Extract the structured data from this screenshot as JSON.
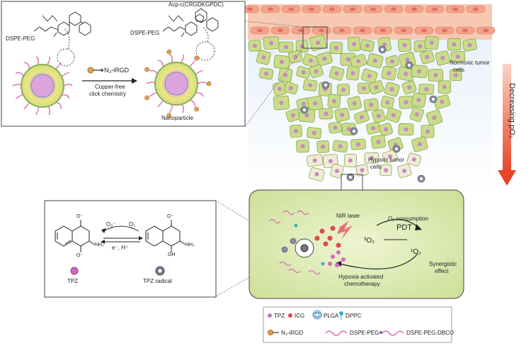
{
  "nanoparticle_panel": {
    "dspe_peg_left": "DSPE-PEG",
    "dspe_peg_right": "DSPE-PEG",
    "product_label": "Acp-c(CRGDKGPDC)",
    "reagent_label": "N₃-iRGD",
    "reaction_line1": "Copper-free",
    "reaction_line2": "click chemistry",
    "nanoparticle_label": "Nanoparticle"
  },
  "tumor": {
    "normoxic_line1": "Normoxic tumor",
    "normoxic_line2": "cells",
    "hypoxic_line1": "Hypoxic tumor",
    "hypoxic_line2": "cells",
    "gradient_label": "Decreasing  pO₂"
  },
  "tpz_panel": {
    "o2_minus": "O₂⁻",
    "o2": "O₂",
    "electron_label": "e⁻, H⁺",
    "tpz_label": "TPZ",
    "tpz_radical_label": "TPZ radical",
    "o_minus_top_left": "O⁻",
    "o_minus_bottom_left": "O⁻",
    "o_minus_top_right": "O⁻",
    "nh2_left": "NH₂",
    "nh2_right": "NH₂",
    "oh_right": "OH"
  },
  "mechanism_panel": {
    "nir_laser": "NIR laser",
    "o2_consumption": "O₂ consumption",
    "pdt": "PDT",
    "triplet_o2": "³O₂",
    "singlet_o2": "¹O₂",
    "synergy_line1": "Synergistic",
    "synergy_line2": "effect",
    "hypoxia_line1": "Hypoxia activated",
    "hypoxia_line2": "chemotherapy"
  },
  "legend": {
    "items": [
      "TPZ",
      "ICG",
      "PLGA",
      "DPPC",
      "N₃-iRGD",
      "DSPE-PEG",
      "DSPE-PEG-DBCO"
    ]
  },
  "colors": {
    "vessel": "#f3a38a",
    "vessel_band": "#f7c9b2",
    "cell_fill": "#c9dc8a",
    "cell_stroke": "#7e9a40",
    "nucleus": "#c98ac3",
    "mech_bg": "#dde9b8",
    "arrow_top": "#f7c7b5",
    "arrow_bottom": "#e8442a",
    "tpz_pink": "#d06cbf",
    "icg_red": "#e04a4a",
    "peg": "#d86bb4",
    "dppc": "#3bb2c4"
  }
}
